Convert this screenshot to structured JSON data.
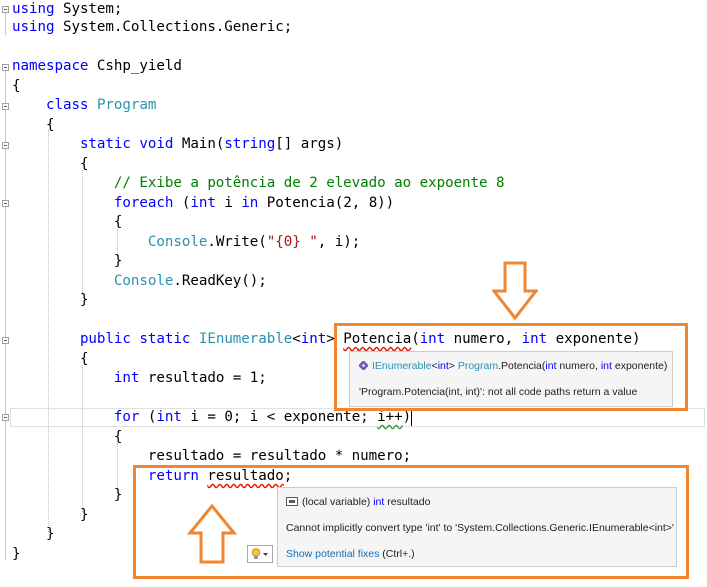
{
  "code": {
    "line_using_system": {
      "kw": "using",
      "rest": " System;"
    },
    "line_using_collections": {
      "kw": "using",
      "rest": " System.Collections.Generic;"
    },
    "line_namespace": {
      "kw": "namespace",
      "rest": " Cshp_yield"
    },
    "open_brace": "{",
    "close_brace": "}",
    "line_class": {
      "kw": "class",
      "type": "Program"
    },
    "line_main": {
      "kw1": "static",
      "kw2": "void",
      "name": " Main(",
      "kw3": "string",
      "rest": "[] args)"
    },
    "line_comment": "// Exibe a potência de 2 elevado ao expoente 8",
    "line_foreach": {
      "kw1": "foreach",
      "p1": " (",
      "kw2": "int",
      "p2": " i ",
      "kw3": "in",
      "rest": " Potencia(2, 8))"
    },
    "line_write": {
      "type": "Console",
      "p1": ".Write(",
      "str": "\"{0} \"",
      "rest": ", i);"
    },
    "line_readkey": {
      "type": "Console",
      "rest": ".ReadKey();"
    },
    "line_potencia": {
      "kw1": "public",
      "kw2": "static",
      "type": "IEnumerable",
      "gen_open": "<",
      "kw3": "int",
      "gen_close": ">",
      "name": "Potencia",
      "p1": "(",
      "kw4": "int",
      "p2": " numero, ",
      "kw5": "int",
      "rest": " exponente)"
    },
    "line_int_resultado": {
      "kw": "int",
      "rest": " resultado = 1;"
    },
    "line_for": {
      "kw1": "for",
      "p1": " (",
      "kw2": "int",
      "p2": " i = 0; i < exponente; ",
      "squig": "i++",
      "rest": ")"
    },
    "line_mult": "resultado = resultado * numero;",
    "line_return": {
      "kw": "return",
      "p1": " ",
      "squig": "resultado",
      "rest": ";"
    }
  },
  "tooltip1": {
    "icon": "method-icon",
    "type": "IEnumerable",
    "gen_open": "<",
    "kw_int": "int",
    "gen_close": ">",
    "owner": "Program",
    "method": ".Potencia(",
    "p1_kw": "int",
    "p1": " numero, ",
    "p2_kw": "int",
    "p2": " exponente)",
    "error": "'Program.Potencia(int, int)': not all code paths return a value"
  },
  "tooltip2": {
    "icon": "local-variable-icon",
    "prefix": "(local variable) ",
    "kw_int": "int",
    "var": " resultado",
    "error": "Cannot implicitly convert type 'int' to 'System.Collections.Generic.IEnumerable<int>'",
    "fix_link": "Show potential fixes",
    "fix_shortcut": " (Ctrl+.)"
  },
  "colors": {
    "keyword": "#0000ff",
    "type": "#2b91af",
    "string": "#a31515",
    "comment": "#008000",
    "highlight_box": "#f08630",
    "error_squiggle": "#e51400"
  }
}
